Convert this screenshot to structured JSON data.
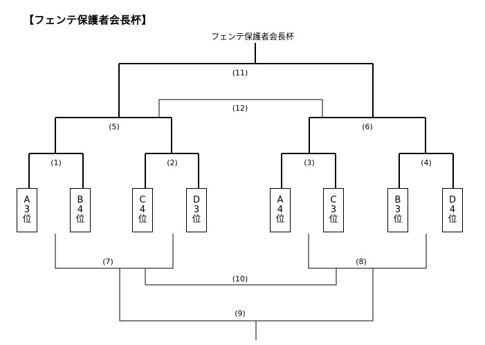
{
  "heading": "【フェンテ保護者会長杯】",
  "top_title": "フェンテ保護者会長杯",
  "match_labels": {
    "m1": "(1)",
    "m2": "(2)",
    "m3": "(3)",
    "m4": "(4)",
    "m5": "(5)",
    "m6": "(6)",
    "m7": "(7)",
    "m8": "(8)",
    "m9": "(9)",
    "m10": "(10)",
    "m11": "(11)",
    "m12": "(12)"
  },
  "teams": [
    {
      "group": "A",
      "rank": "3",
      "suffix": "位"
    },
    {
      "group": "B",
      "rank": "4",
      "suffix": "位"
    },
    {
      "group": "C",
      "rank": "4",
      "suffix": "位"
    },
    {
      "group": "D",
      "rank": "3",
      "suffix": "位"
    },
    {
      "group": "A",
      "rank": "4",
      "suffix": "位"
    },
    {
      "group": "C",
      "rank": "3",
      "suffix": "位"
    },
    {
      "group": "B",
      "rank": "3",
      "suffix": "位"
    },
    {
      "group": "D",
      "rank": "4",
      "suffix": "位"
    }
  ]
}
